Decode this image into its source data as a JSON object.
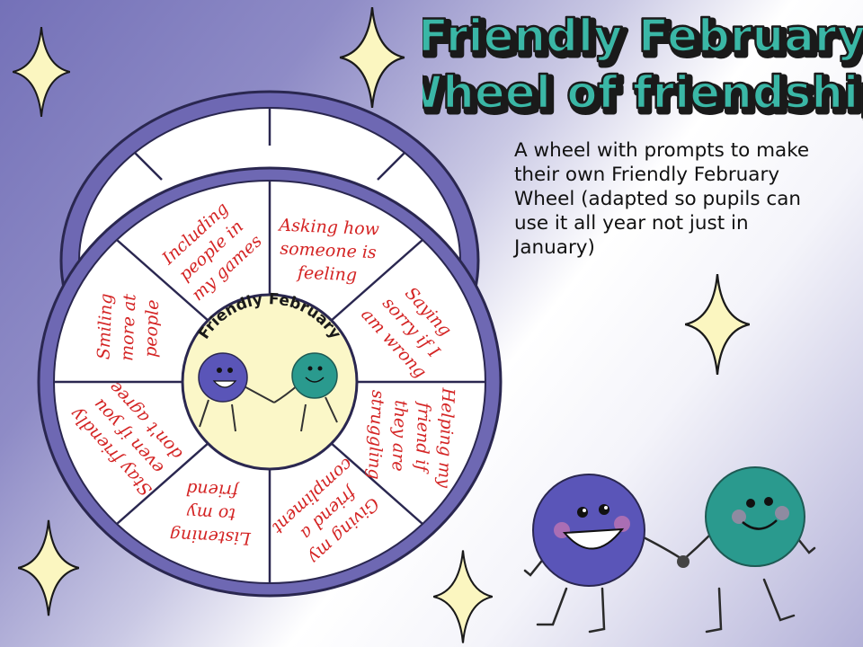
{
  "title": {
    "line1": "Friendly February",
    "line2": "Wheel of friendship"
  },
  "description": {
    "lines": [
      "A wheel with prompts to make",
      "their own Friendly February",
      "Wheel (adapted so pupils can",
      "use it all year not just in",
      "January)"
    ]
  },
  "wheel": {
    "center_label": "Friendly February",
    "segments": [
      [
        "Smiling",
        "more at",
        "people"
      ],
      [
        "Including",
        "people in",
        "my games"
      ],
      [
        "Asking how",
        "someone is",
        "feeling"
      ],
      [
        "Saying",
        "sorry if I",
        "am wrong"
      ],
      [
        "Helping my",
        "friend if",
        "they are",
        "struggling"
      ],
      [
        "Giving my",
        "friend a",
        "compliment"
      ],
      [
        "Listening",
        "to my",
        "friend"
      ],
      [
        "Stay friendly",
        "even if you",
        "don't agree"
      ]
    ]
  },
  "colors": {
    "title_fill": "#3ab7a6",
    "rim": "#6e68b3",
    "hub": "#fbf7c8",
    "prompt_text": "#d42424",
    "star": "#fbf6c0",
    "character_purple": "#5a55b8",
    "character_teal": "#2a9a8e"
  },
  "icons": [
    "sparkle-star-icon",
    "purple-ball-character",
    "teal-ball-character"
  ]
}
